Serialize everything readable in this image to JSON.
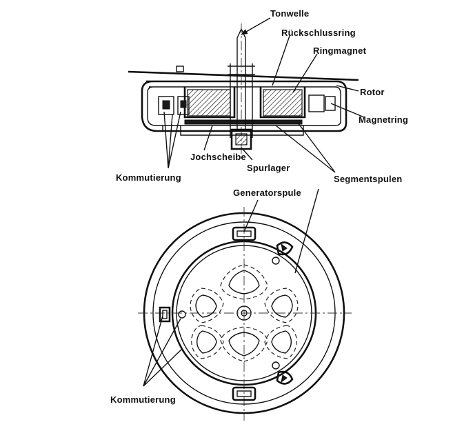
{
  "labels": {
    "tonwelle": "Tonwelle",
    "rueckschlussring": "Rückschlussring",
    "ringmagnet": "Ringmagnet",
    "rotor": "Rotor",
    "magnetring": "Magnetring",
    "jochscheibe": "Jochscheibe",
    "spurlager": "Spurlager",
    "kommutierung_top": "Kommutierung",
    "segmentspulen": "Segmentspulen",
    "generatorspule": "Generatorspule",
    "kommutierung_bottom": "Kommutierung"
  }
}
